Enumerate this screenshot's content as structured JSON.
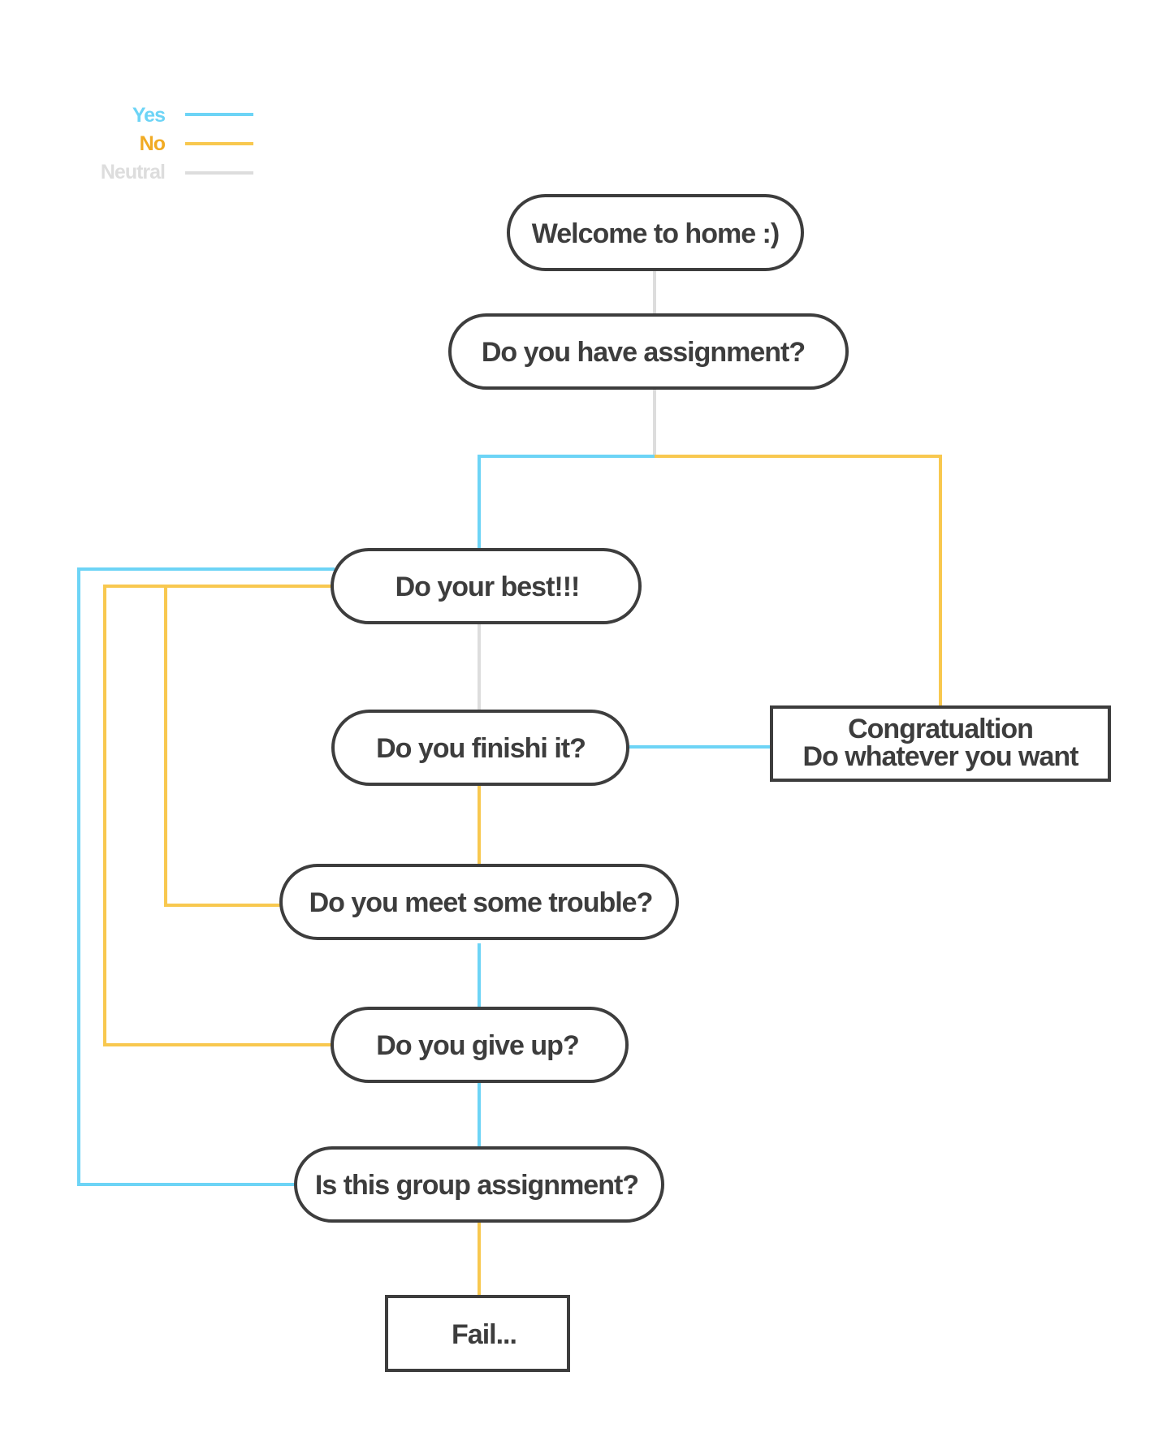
{
  "colors": {
    "yes": "#6dd4f6",
    "no": "#f8c84f",
    "neutral": "#dddddd",
    "box_stroke": "#3d3d3d",
    "text": "#3d3d3d",
    "legend_no_text": "#f1ab23"
  },
  "legend": {
    "yes": "Yes",
    "no": "No",
    "neutral": "Neutral"
  },
  "nodes": {
    "welcome": "Welcome to home :)",
    "have_assignment": "Do you have assignment?",
    "do_your_best": "Do your best!!!",
    "finish": "Do you finishi it?",
    "congrats_line1": "Congratualtion",
    "congrats_line2": "Do whatever you want",
    "trouble": "Do you meet some trouble?",
    "give_up": "Do you give up?",
    "group": "Is this group assignment?",
    "fail": "Fail..."
  }
}
